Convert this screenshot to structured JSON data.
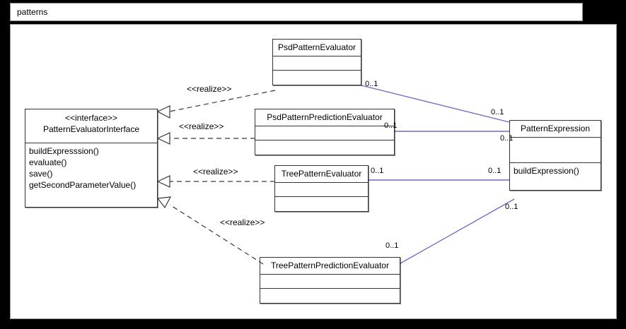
{
  "window": {
    "title": "patterns"
  },
  "diagram": {
    "type": "uml-class-diagram",
    "association_color": "#6b6bc0",
    "realization_color": "#3a3a3a",
    "classes": [
      {
        "id": "pattern-evaluator-interface",
        "stereotype": "<<interface>>",
        "name": "PatternEvaluatorInterface",
        "attributes": [],
        "operations": [
          "buildExpresssion()",
          "evaluate()",
          "save()",
          "getSecondParameterValue()"
        ]
      },
      {
        "id": "psd-pattern-evaluator",
        "stereotype": "",
        "name": "PsdPatternEvaluator",
        "attributes": [],
        "operations": []
      },
      {
        "id": "psd-pattern-prediction-evaluator",
        "stereotype": "",
        "name": "PsdPatternPredictionEvaluator",
        "attributes": [],
        "operations": []
      },
      {
        "id": "tree-pattern-evaluator",
        "stereotype": "",
        "name": "TreePatternEvaluator",
        "attributes": [],
        "operations": []
      },
      {
        "id": "tree-pattern-prediction-evaluator",
        "stereotype": "",
        "name": "TreePatternPredictionEvaluator",
        "attributes": [],
        "operations": []
      },
      {
        "id": "pattern-expression",
        "stereotype": "",
        "name": "PatternExpression",
        "attributes": [],
        "operations": [
          "buildExpression()"
        ]
      }
    ],
    "realizations": [
      {
        "label": "<<realize>>",
        "from": "psd-pattern-evaluator",
        "to": "pattern-evaluator-interface"
      },
      {
        "label": "<<realize>>",
        "from": "psd-pattern-prediction-evaluator",
        "to": "pattern-evaluator-interface"
      },
      {
        "label": "<<realize>>",
        "from": "tree-pattern-evaluator",
        "to": "pattern-evaluator-interface"
      },
      {
        "label": "<<realize>>",
        "from": "tree-pattern-prediction-evaluator",
        "to": "pattern-evaluator-interface"
      }
    ],
    "associations": [
      {
        "from": "psd-pattern-evaluator",
        "from_multiplicity": "0..1",
        "to": "pattern-expression",
        "to_multiplicity": "0..1"
      },
      {
        "from": "psd-pattern-prediction-evaluator",
        "from_multiplicity": "0..1",
        "to": "pattern-expression",
        "to_multiplicity": "0..1"
      },
      {
        "from": "tree-pattern-evaluator",
        "from_multiplicity": "0..1",
        "to": "pattern-expression",
        "to_multiplicity": "0..1"
      },
      {
        "from": "tree-pattern-prediction-evaluator",
        "from_multiplicity": "0..1",
        "to": "pattern-expression",
        "to_multiplicity": "0..1"
      }
    ],
    "multiplicity_labels": [
      {
        "id": "mult-psd-eval-out",
        "text": "0..1"
      },
      {
        "id": "mult-psd-pred-out",
        "text": "0..1"
      },
      {
        "id": "mult-tree-eval-out",
        "text": "0..1"
      },
      {
        "id": "mult-tree-pred-out",
        "text": "0..1"
      },
      {
        "id": "mult-expr-top",
        "text": "0..1"
      },
      {
        "id": "mult-expr-upper",
        "text": "0..1"
      },
      {
        "id": "mult-expr-lower",
        "text": "0..1"
      },
      {
        "id": "mult-expr-bottom",
        "text": "0..1"
      }
    ],
    "stereotype_labels": [
      {
        "id": "realize-1",
        "text": "<<realize>>"
      },
      {
        "id": "realize-2",
        "text": "<<realize>>"
      },
      {
        "id": "realize-3",
        "text": "<<realize>>"
      },
      {
        "id": "realize-4",
        "text": "<<realize>>"
      }
    ]
  }
}
